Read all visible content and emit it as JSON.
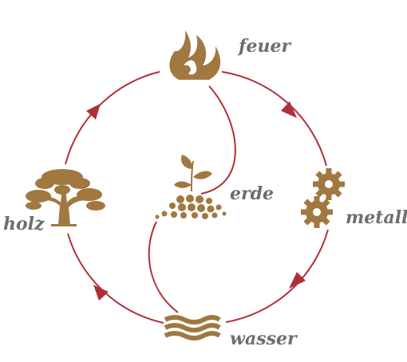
{
  "colors": {
    "cycle_line": "#b03038",
    "icon_fill": "#a07840",
    "label_text": "#6e6e72"
  },
  "elements": [
    {
      "key": "feuer",
      "label": "feuer",
      "icon": "flame-icon"
    },
    {
      "key": "metall",
      "label": "metall",
      "icon": "gears-icon"
    },
    {
      "key": "wasser",
      "label": "wasser",
      "icon": "waves-icon"
    },
    {
      "key": "holz",
      "label": "holz",
      "icon": "tree-icon"
    },
    {
      "key": "erde",
      "label": "erde",
      "icon": "sprout-icon"
    }
  ]
}
